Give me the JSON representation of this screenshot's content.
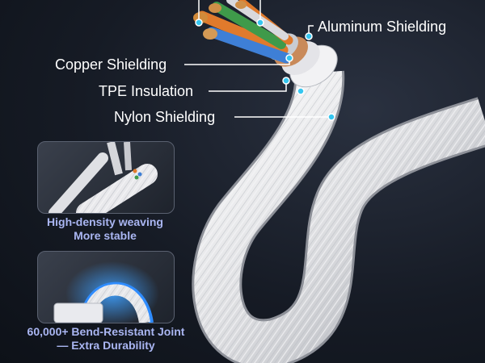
{
  "callouts": {
    "aluminum": "Aluminum Shielding",
    "copper": "Copper Shielding",
    "tpe": "TPE Insulation",
    "nylon": "Nylon Shielding"
  },
  "insets": [
    {
      "line1": "High-density weaving",
      "line2": "More stable"
    },
    {
      "line1": "60,000+ Bend-Resistant Joint",
      "line2": "— Extra Durability"
    }
  ],
  "colors": {
    "background": "#161b25",
    "callout_dot": "#35c6f0",
    "callout_text": "#ffffff",
    "caption_text": "#aab6f2",
    "cable_white": "#e8e8ea",
    "wire_orange": "#e07a2c",
    "wire_blue": "#3e7fd6",
    "wire_green": "#3f9a4a",
    "copper_shield": "#c98a5a"
  }
}
